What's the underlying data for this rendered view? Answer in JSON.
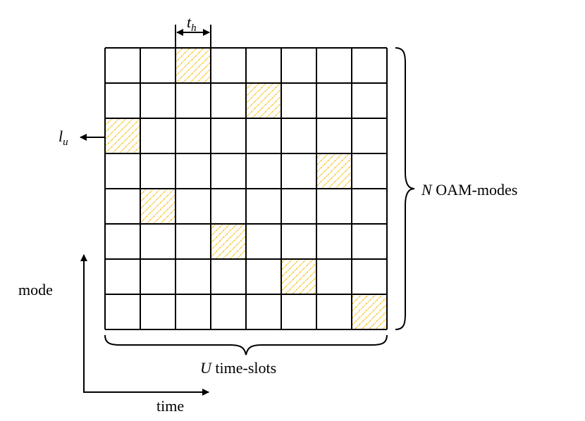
{
  "grid": {
    "rows": 8,
    "cols": 8,
    "hatched_cells": [
      {
        "row": 0,
        "col": 2
      },
      {
        "row": 1,
        "col": 4
      },
      {
        "row": 2,
        "col": 0
      },
      {
        "row": 3,
        "col": 6
      },
      {
        "row": 4,
        "col": 1
      },
      {
        "row": 5,
        "col": 3
      },
      {
        "row": 6,
        "col": 5
      },
      {
        "row": 7,
        "col": 7
      }
    ],
    "hatch_color": "#f5b800",
    "line_color": "#000000"
  },
  "labels": {
    "slot_width_symbol": "t",
    "slot_width_subscript": "h",
    "mode_symbol": "l",
    "mode_subscript": "u",
    "modes_count_symbol": "N",
    "modes_text": " OAM-modes",
    "slots_count_symbol": "U",
    "slots_text": " time-slots",
    "mode_axis": "mode",
    "time_axis": "time"
  }
}
